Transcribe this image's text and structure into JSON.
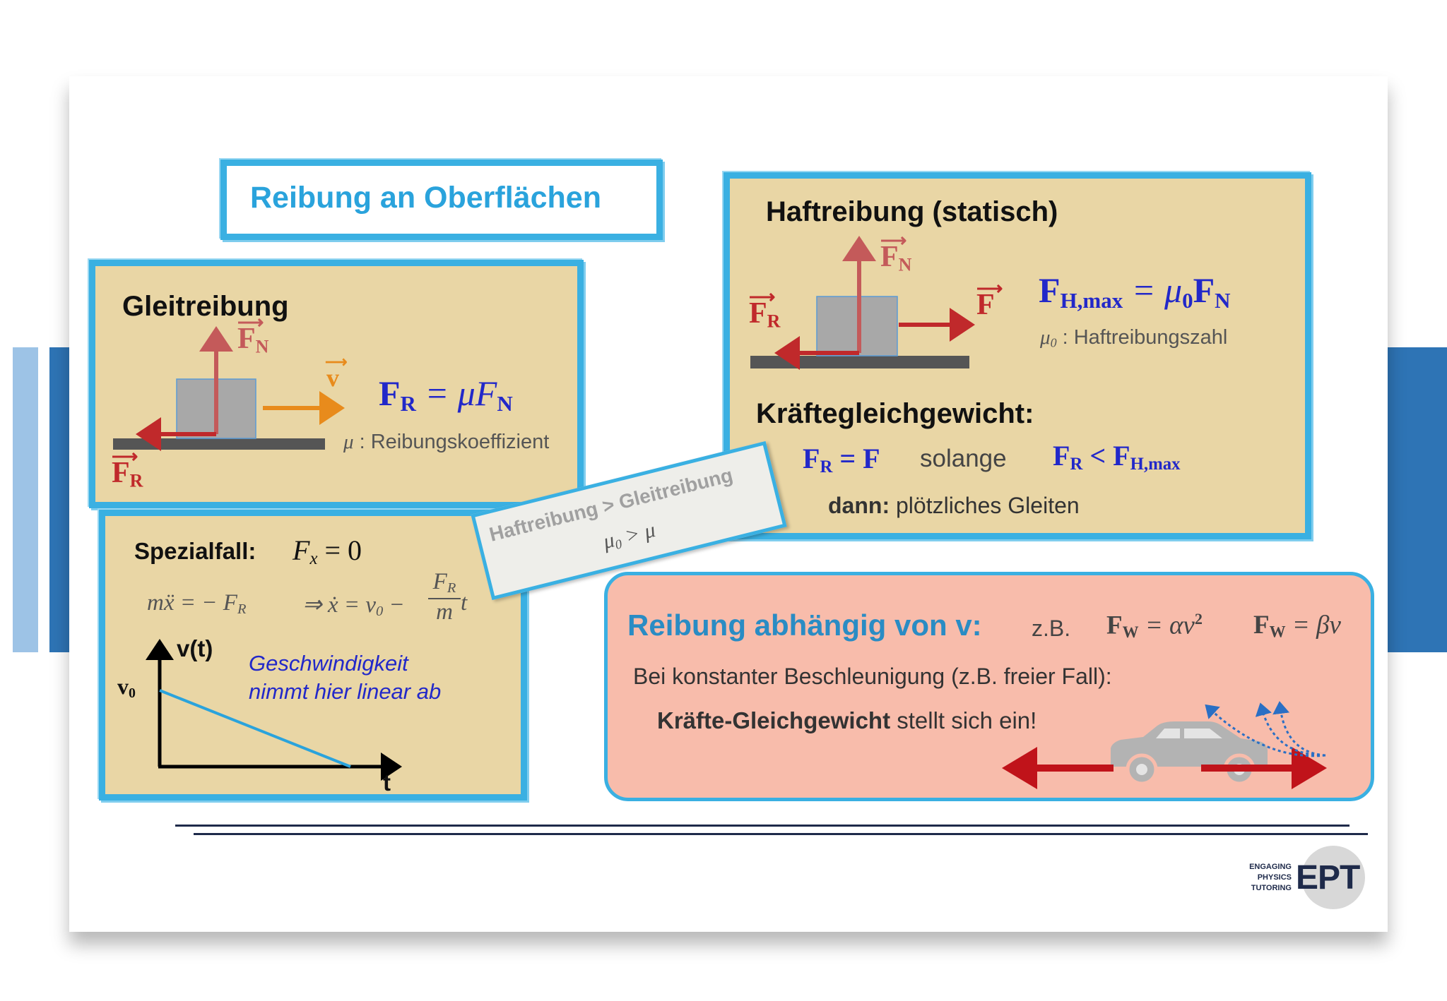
{
  "title": "Reibung an Oberflächen",
  "gleit": {
    "heading": "Gleitreibung",
    "fn": "F",
    "fn_sub": "N",
    "v": "v",
    "fr": "F",
    "fr_sub": "R",
    "eq_lhs": "F",
    "eq_lhs_sub": "R",
    "eq_rhs": " = μF",
    "eq_rhs_sub": "N",
    "mu_sym": "μ",
    "mu_text": " : Reibungskoeffizient"
  },
  "special": {
    "label": "Spezialfall:",
    "cond": "F",
    "cond_sub": "x",
    "cond_rhs": " = 0",
    "eq_left": "mẍ = − F",
    "eq_left_sub": "R",
    "eq_right": "⇒ ẋ = v",
    "eq_right_sub": "0",
    "eq_minus": " −",
    "frac_num": "F",
    "frac_num_sub": "R",
    "frac_den": "m",
    "eq_t": "t",
    "axis_y": "v(t)",
    "axis_x": "t",
    "v0": "v",
    "v0_sub": "0",
    "note_line1": "Geschwindigkeit",
    "note_line2": "nimmt hier linear ab"
  },
  "note": {
    "line1": "Haftreibung > Gleitreibung",
    "line2_a": "μ",
    "line2_sub": "0",
    "line2_b": " > μ"
  },
  "haft": {
    "heading": "Haftreibung (statisch)",
    "fn": "F",
    "fn_sub": "N",
    "fr": "F",
    "fr_sub": "R",
    "f": "F",
    "eq_lhs": "F",
    "eq_lhs_sub": "H,max",
    "eq_mid": " = μ",
    "eq_mid_sub": "0",
    "eq_rhs": "F",
    "eq_rhs_sub": "N",
    "mu_sym": "μ",
    "mu_sub": "0",
    "mu_text": " : Haftreibungszahl",
    "balance_heading": "Kräftegleichgewicht:",
    "cond_a": "F",
    "cond_a_sub": "R",
    "cond_a_rhs": " = F",
    "solange": "solange",
    "cond_b": "F",
    "cond_b_sub": "R",
    "cond_b_mid": " < F",
    "cond_b_sub2": "H,max",
    "dann_bold": "dann:",
    "dann_rest": " plötzliches Gleiten"
  },
  "drag": {
    "heading": "Reibung abhängig von v:",
    "zb": "z.B.",
    "fw1": "F",
    "fw1_sub": "W",
    "fw1_rhs": " = αv",
    "fw1_sup": "2",
    "fw2": "F",
    "fw2_sub": "W",
    "fw2_rhs": " = βv",
    "line1": "Bei konstanter Beschleunigung (z.B. freier Fall):",
    "line2_bold": "Kräfte-Gleichgewicht",
    "line2_rest": " stellt sich ein!"
  },
  "logo": {
    "line1": "ENGAGING",
    "line2": "PHYSICS",
    "line3": "TUTORING",
    "mark": "EPT"
  },
  "colors": {
    "frame": "#3ab0e2",
    "panel": "#e9d6a5",
    "pink": "#f8bcab",
    "blue_text": "#2228c9",
    "red": "#c0292b",
    "orange": "#e88b1c",
    "side_bar": "#2e74b5",
    "side_bar_light": "#9dc3e6"
  }
}
